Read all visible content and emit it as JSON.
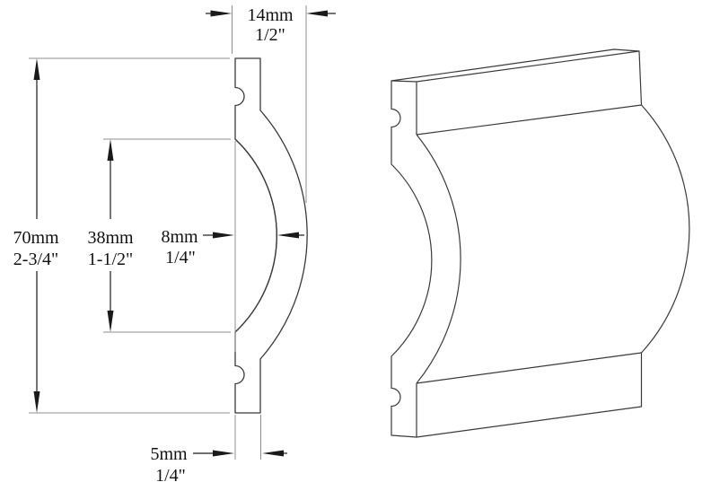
{
  "drawing": {
    "type": "molding-profile-technical-drawing",
    "dimensions": {
      "depth": {
        "mm": "14mm",
        "in": "1/2\""
      },
      "height": {
        "mm": "70mm",
        "in": "2-3/4\""
      },
      "arc_height": {
        "mm": "38mm",
        "in": "1-1/2\""
      },
      "arc_depth": {
        "mm": "8mm",
        "in": "1/4\""
      },
      "base_thickness": {
        "mm": "5mm",
        "in": "1/4\""
      }
    },
    "colors": {
      "outline": "#3a3a3a",
      "dimension": "#1a1a1a",
      "extension": "#8f8f8f",
      "text": "#111111",
      "background": "#ffffff"
    }
  }
}
